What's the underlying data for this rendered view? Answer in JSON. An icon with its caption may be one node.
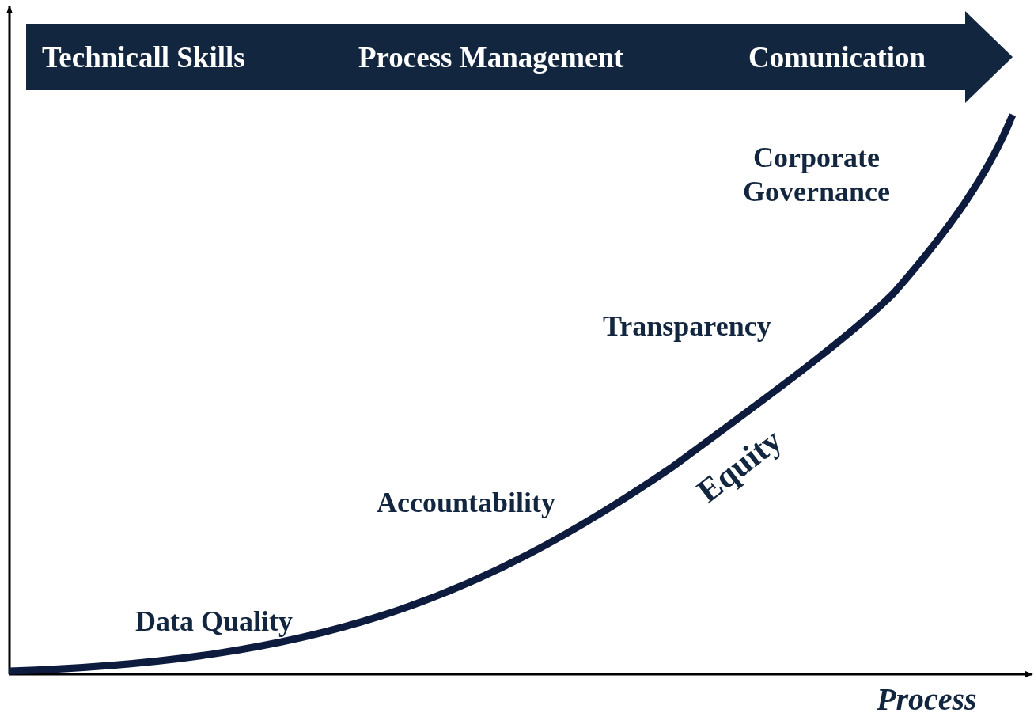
{
  "diagram": {
    "nodes": [
      {
        "text": [
          "Technicall Skills",
          "Process Management",
          "Comunication"
        ]
      }
    ],
    "edges": [],
    "labels": [
      "Corporate Governance",
      "Transparency",
      "Equity",
      "Accountability",
      "Data Quality",
      "Process"
    ]
  }
}
